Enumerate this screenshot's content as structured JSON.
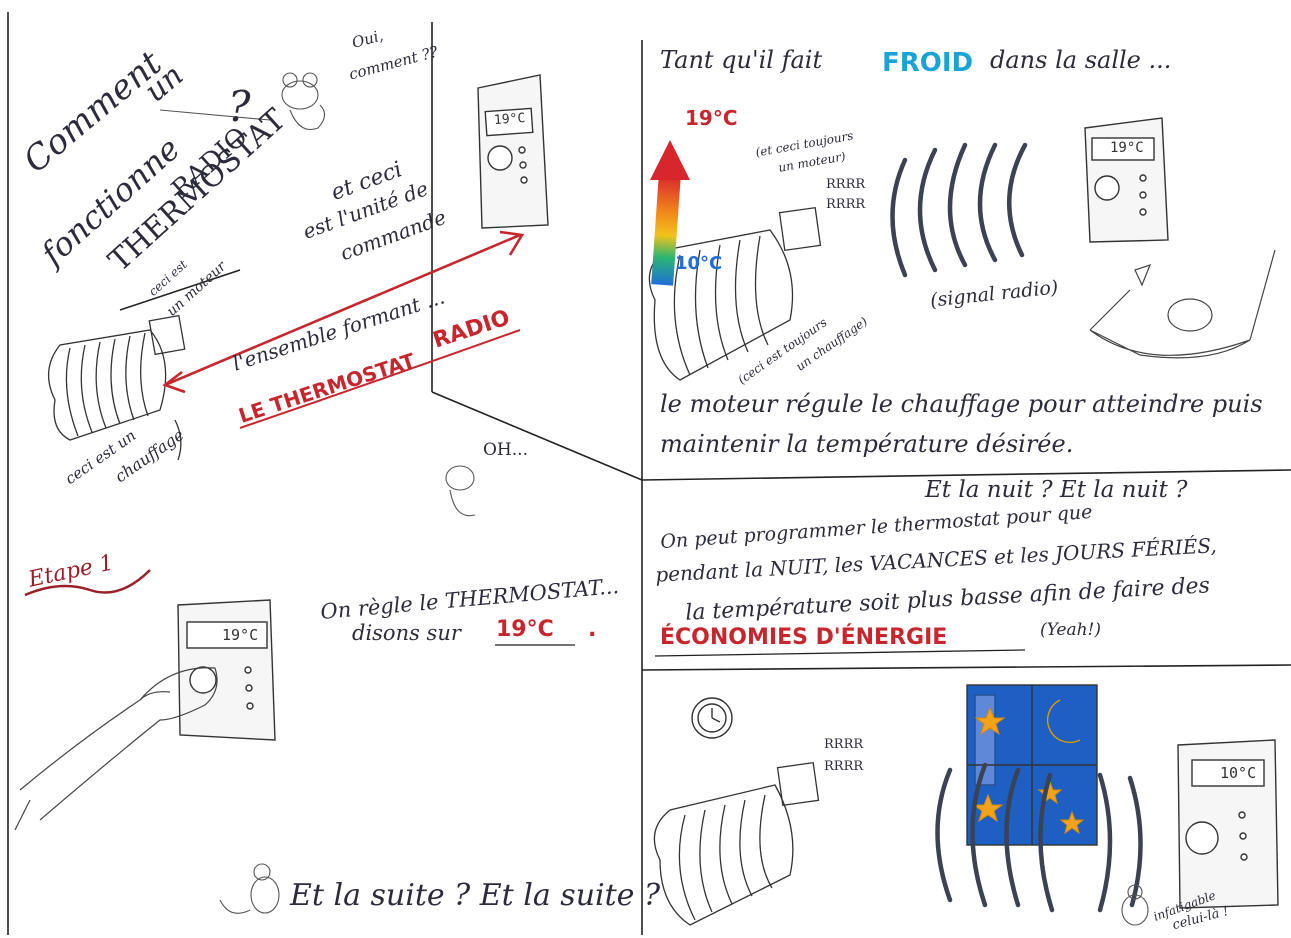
{
  "panel1": {
    "title_line1": "Comment",
    "title_line2": "un",
    "title_line3": "fonctionne",
    "title_line4": "THERMOSTAT",
    "title_line5": "RADIO",
    "title_qmark": "?",
    "mouse_remark_line1": "Oui,",
    "mouse_remark_line2": "comment ??",
    "unit_note_line1": "et ceci",
    "unit_note_line2": "est l'unité de",
    "unit_note_line3": "commande",
    "motor_note_line1": "ceci est",
    "motor_note_line2": "un moteur",
    "ensemble_text": "l'ensemble formant ...",
    "label_le": "LE THERMOSTAT",
    "label_radio": "RADIO",
    "heater_note_line1": "ceci est un",
    "heater_note_line2": "chauffage",
    "mouse_oh": "OH...",
    "display": "19°C"
  },
  "panel2": {
    "headline_before": "Tant qu'il fait",
    "headline_cold": "FROID",
    "headline_after": "dans la salle ...",
    "temp_high": "19°C",
    "temp_low": "10°C",
    "motor_note_line1": "(et ceci toujours",
    "motor_note_line2": "un moteur)",
    "sound_line1": "RRRR",
    "sound_line2": "RRRR",
    "signal_label": "(signal radio)",
    "heater_note_line1": "(ceci est toujours",
    "heater_note_line2": "un chauffage)",
    "caption_line1": "le moteur régule le chauffage pour atteindre puis",
    "caption_line2": "maintenir la température désirée.",
    "display": "19°C"
  },
  "panel3": {
    "step_label": "Etape 1",
    "caption_line1": "On règle le THERMOSTAT...",
    "caption_line2_before": "disons sur",
    "caption_temp": "19°C",
    "caption_dot": ".",
    "display": "19°C",
    "footer": "Et la suite ? Et la suite ?"
  },
  "panel4": {
    "question": "Et la nuit ? Et la nuit ?",
    "text_line1": "On peut programmer le thermostat pour que",
    "text_line2": "pendant la NUIT, les VACANCES et les JOURS FÉRIÉS,",
    "text_line3": "la température soit plus basse afin de faire des",
    "highlight": "ÉCONOMIES D'ÉNERGIE",
    "highlight_after": "(Yeah!)",
    "sound_line1": "RRRR",
    "sound_line2": "RRRR",
    "display": "10°C",
    "mouse_note_line1": "infatigable",
    "mouse_note_line2": "celui-là !"
  }
}
